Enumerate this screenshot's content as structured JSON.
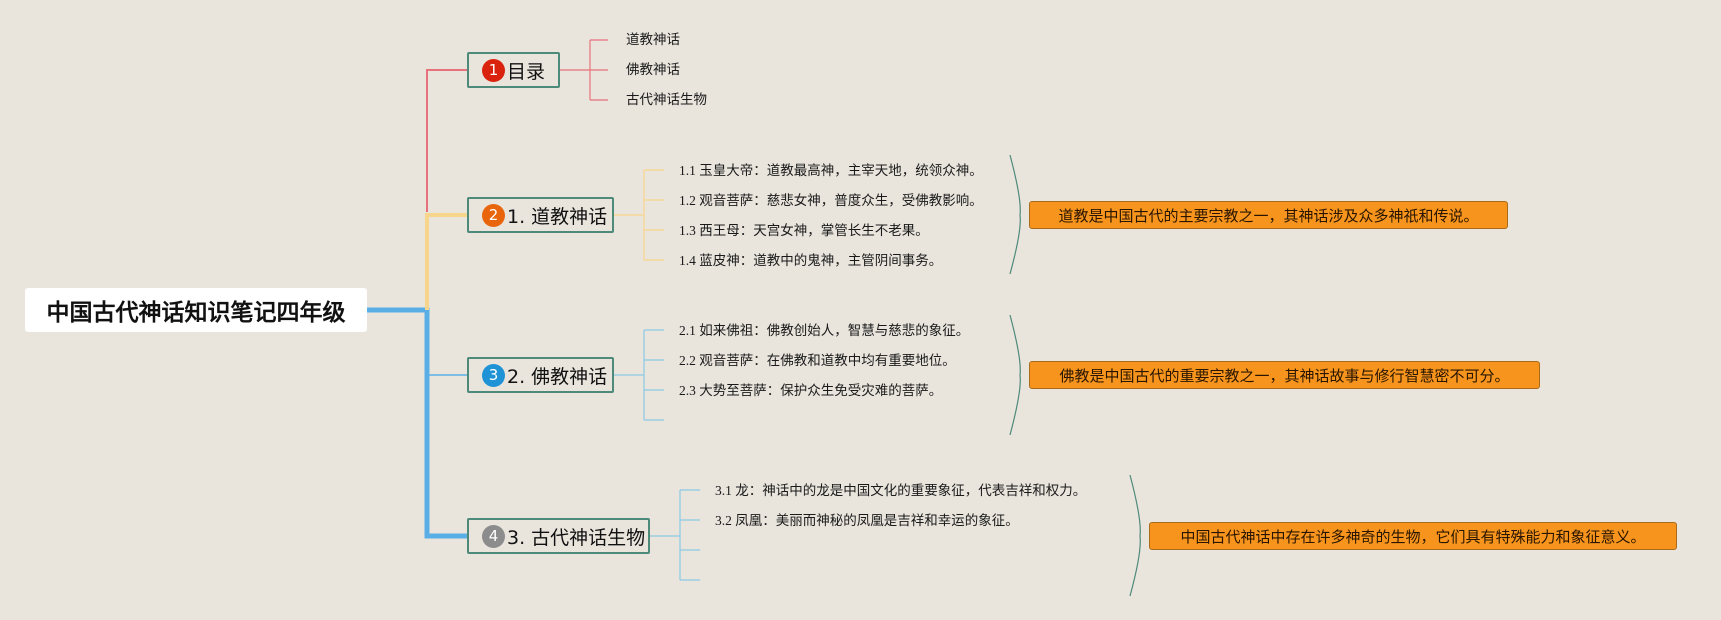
{
  "root": {
    "title": "中国古代神话知识笔记四年级"
  },
  "branches": [
    {
      "badge": "1",
      "label": "目录",
      "badge_color": "#d9230f",
      "line_color": "#e8727b",
      "items": [
        "道教神话",
        "佛教神话",
        "古代神话生物"
      ]
    },
    {
      "badge": "2",
      "label": "1. 道教神话",
      "badge_color": "#e8650e",
      "line_color": "#f7d58a",
      "items": [
        "1.1 玉皇大帝：道教最高神，主宰天地，统领众神。",
        "1.2 观音菩萨：慈悲女神，普度众生，受佛教影响。",
        "1.3 西王母：天宫女神，掌管长生不老果。",
        "1.4 蓝皮神：道教中的鬼神，主管阴间事务。"
      ],
      "summary": "道教是中国古代的主要宗教之一，其神话涉及众多神祇和传说。"
    },
    {
      "badge": "3",
      "label": "2. 佛教神话",
      "badge_color": "#1f93d6",
      "line_color": "#8cc9e6",
      "items": [
        "2.1 如来佛祖：佛教创始人，智慧与慈悲的象征。",
        "2.2 观音菩萨：在佛教和道教中均有重要地位。",
        "2.3 大势至菩萨：保护众生免受灾难的菩萨。",
        ""
      ],
      "summary": "佛教是中国古代的重要宗教之一，其神话故事与修行智慧密不可分。"
    },
    {
      "badge": "4",
      "label": "3. 古代神话生物",
      "badge_color": "#8c8c8c",
      "line_color": "#5aaee6",
      "items": [
        "3.1 龙：神话中的龙是中国文化的重要象征，代表吉祥和权力。",
        "3.2 凤凰：美丽而神秘的凤凰是吉祥和幸运的象征。",
        "",
        ""
      ],
      "summary": "中国古代神话中存在许多神奇的生物，它们具有特殊能力和象征意义。"
    }
  ],
  "colors": {
    "background": "#e9e5dd",
    "trunk": "#5aaee6",
    "node_border": "#4e8a79",
    "summary_fill": "#f7941d",
    "brace": "#4e8a79"
  }
}
